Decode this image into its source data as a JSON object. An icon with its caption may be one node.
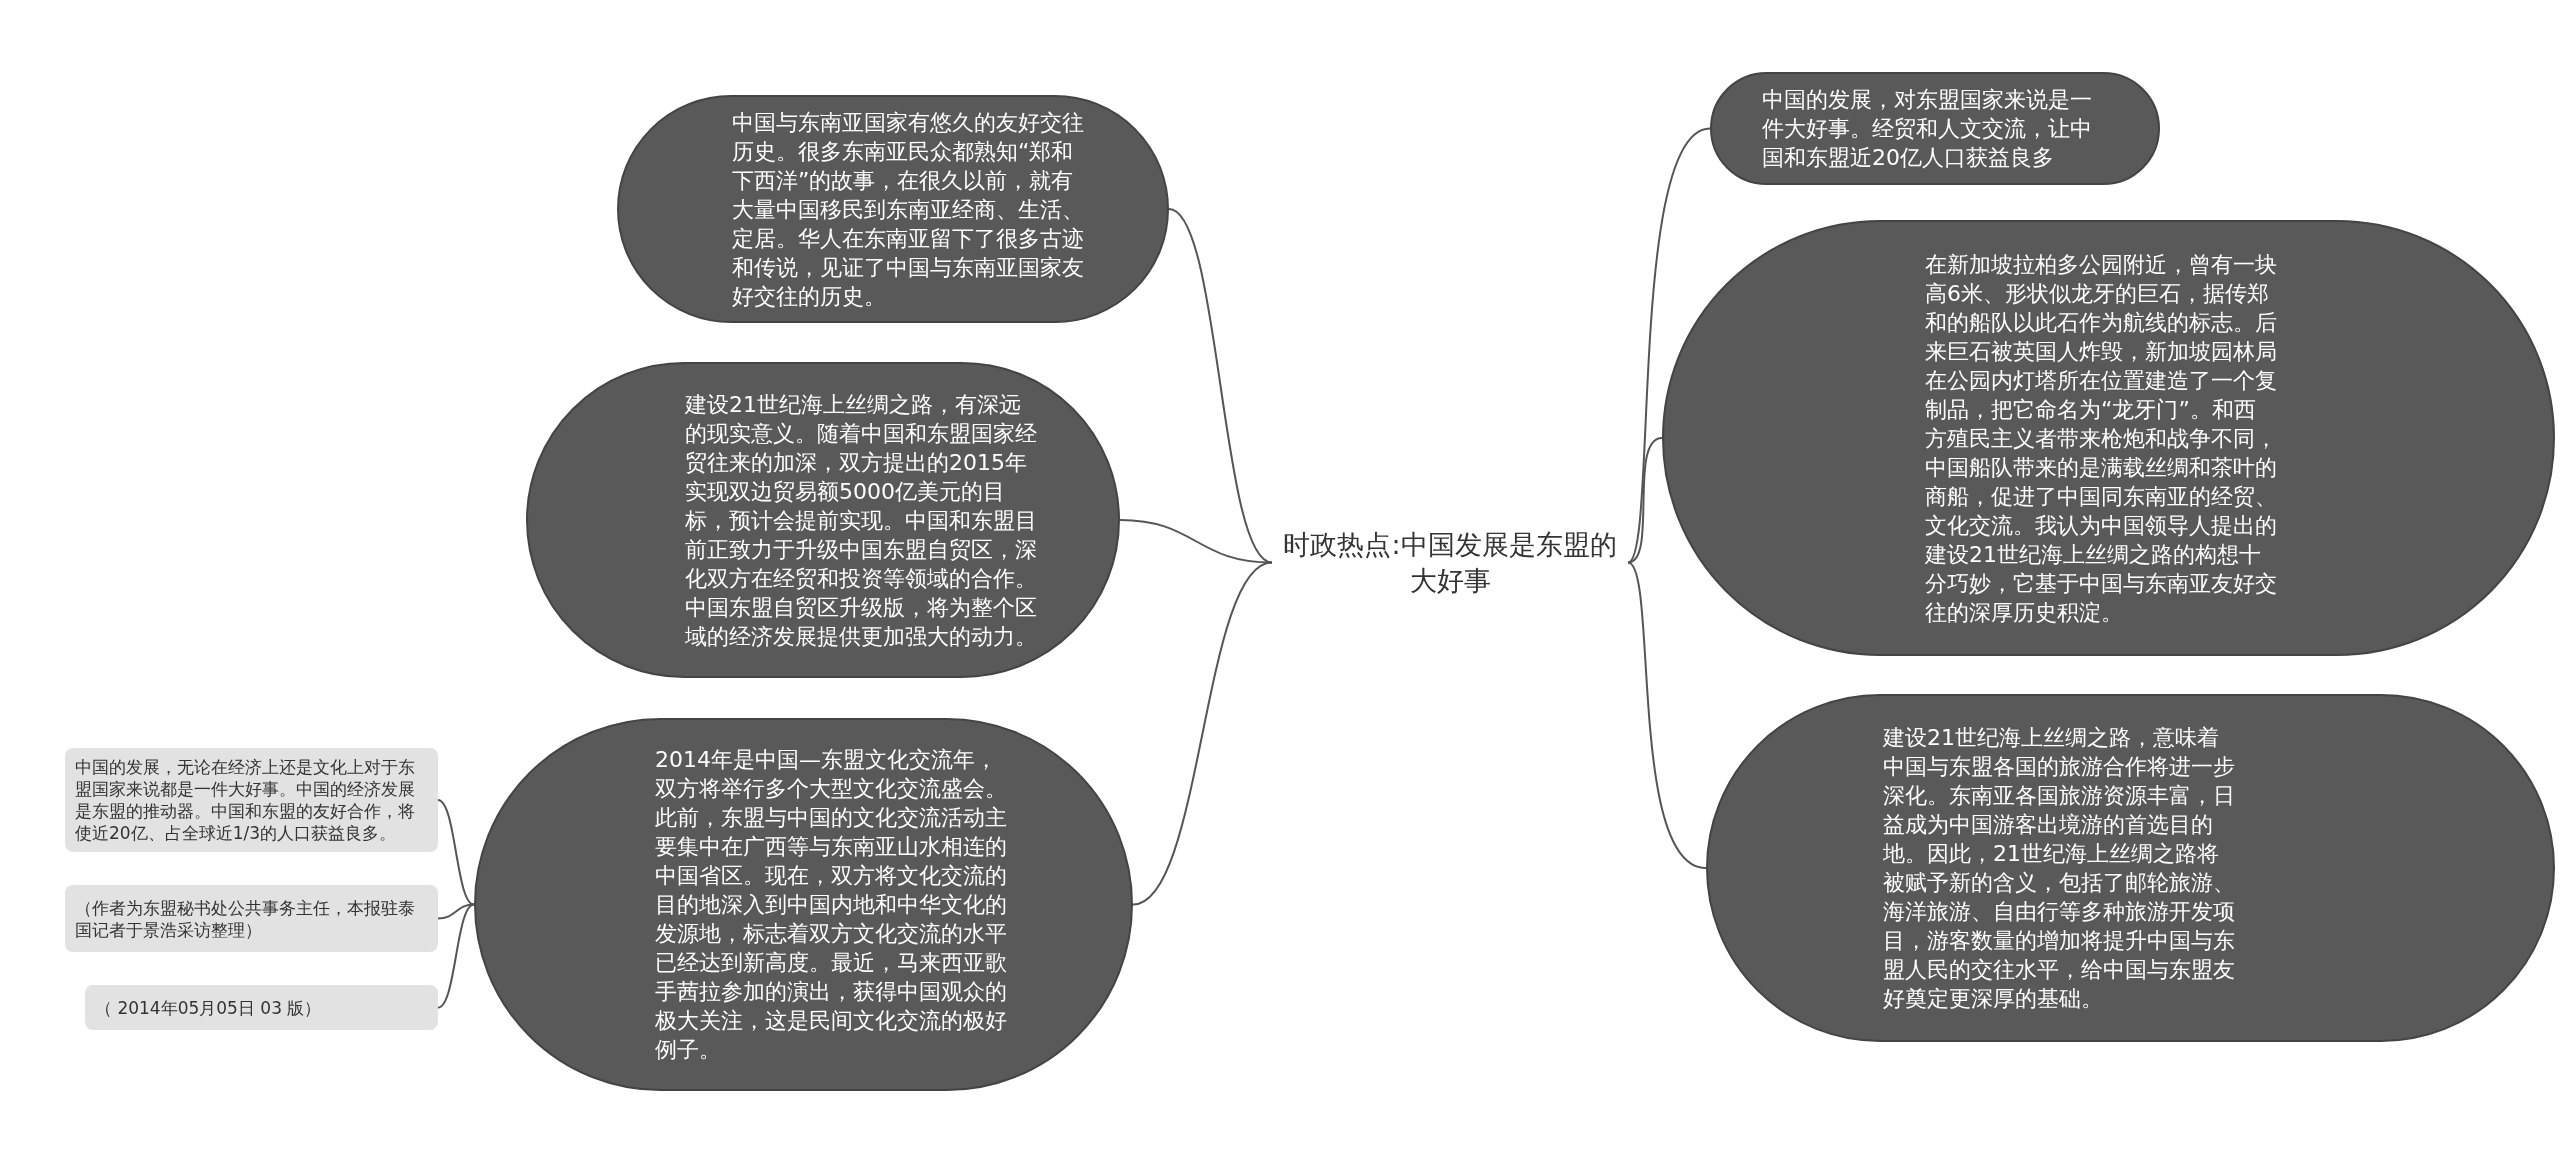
{
  "diagram": {
    "nodes": [
      {
        "text": [
          "时政热点:中国发展是东盟的大好事"
        ]
      },
      {
        "text": [
          "中国与东南亚国家有悠久的友好交往历史。很多东南亚民众都熟知“郑和下西洋”的故事，在很久以前，就有大量中国移民到东南亚经商、生活、定居。华人在东南亚留下了很多古迹和传说，见证了中国与东南亚国家友好交往的历史。"
        ]
      },
      {
        "text": [
          "建设21世纪海上丝绸之路，有深远的现实意义。随着中国和东盟国家经贸往来的加深，双方提出的2015年实现双边贸易额5000亿美元的目标，预计会提前实现。中国和东盟目前正致力于升级中国东盟自贸区，深化双方在经贸和投资等领域的合作。中国东盟自贸区升级版，将为整个区域的经济发展提供更加强大的动力。"
        ]
      },
      {
        "text": [
          "2014年是中国—东盟文化交流年，双方将举行多个大型文化交流盛会。此前，东盟与中国的文化交流活动主要集中在广西等与东南亚山水相连的中国省区。现在，双方将文化交流的目的地深入到中国内地和中华文化的发源地，标志着双方文化交流的水平已经达到新高度。最近，马来西亚歌手茜拉参加的演出，获得中国观众的极大关注，这是民间文化交流的极好例子。"
        ]
      },
      {
        "text": [
          "中国的发展，无论在经济上还是文化上对于东盟国家来说都是一件大好事。中国的经济发展是东盟的推动器。中国和东盟的友好合作，将使近20亿、占全球近1/3的人口获益良多。"
        ]
      },
      {
        "text": [
          "（作者为东盟秘书处公共事务主任，本报驻泰国记者于景浩采访整理）"
        ]
      },
      {
        "text": [
          "（ 2014年05月05日 03 版）"
        ]
      },
      {
        "text": [
          "中国的发展，对东盟国家来说是一件大好事。经贸和人文交流，让中国和东盟近20亿人口获益良多"
        ]
      },
      {
        "text": [
          "在新加坡拉柏多公园附近，曾有一块高6米、形状似龙牙的巨石，据传郑和的船队以此石作为航线的标志。后来巨石被英国人炸毁，新加坡园林局在公园内灯塔所在位置建造了一个复制品，把它命名为“龙牙门”。和西方殖民主义者带来枪炮和战争不同，中国船队带来的是满载丝绸和茶叶的商船，促进了中国同东南亚的经贸、文化交流。我认为中国领导人提出的建设21世纪海上丝绸之路的构想十分巧妙，它基于中国与东南亚友好交往的深厚历史积淀。"
        ]
      },
      {
        "text": [
          "建设21世纪海上丝绸之路，意味着中国与东盟各国的旅游合作将进一步深化。东南亚各国旅游资源丰富，日益成为中国游客出境游的首选目的地。因此，21世纪海上丝绸之路将被赋予新的含义，包括了邮轮旅游、海洋旅游、自由行等多种旅游开发项目，游客数量的增加将提升中国与东盟人民的交往水平，给中国与东盟友好奠定更深厚的基础。"
        ]
      }
    ],
    "edges": [
      {
        "from": 0,
        "to": 1,
        "arrow": "none"
      },
      {
        "from": 0,
        "to": 2,
        "arrow": "none"
      },
      {
        "from": 0,
        "to": 3,
        "arrow": "none"
      },
      {
        "from": 3,
        "to": 4,
        "arrow": "none"
      },
      {
        "from": 3,
        "to": 5,
        "arrow": "none"
      },
      {
        "from": 3,
        "to": 6,
        "arrow": "none"
      },
      {
        "from": 0,
        "to": 7,
        "arrow": "none"
      },
      {
        "from": 0,
        "to": 8,
        "arrow": "none"
      },
      {
        "from": 0,
        "to": 9,
        "arrow": "none"
      }
    ]
  }
}
